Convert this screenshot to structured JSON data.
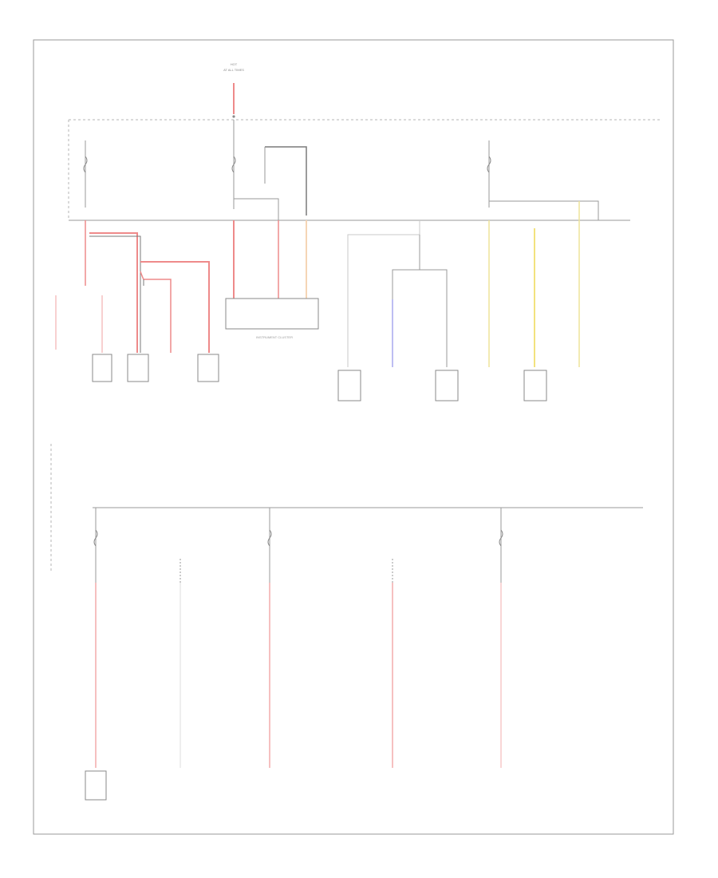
{
  "colors": {
    "red": "#ee8a8a",
    "pink": "#f6c0c0",
    "light_pink": "#f9d6d6",
    "peach": "#f5d5b5",
    "yellow": "#eee39a",
    "bright_yellow": "#f2e27e",
    "blue": "#a8a8ee",
    "gray": "#c9c9c9",
    "line": "#9a9a9a"
  },
  "icons": [
    "fuse-icon",
    "splice-icon",
    "ground-icon",
    "connector-icon"
  ],
  "labels": {
    "top_source": [
      "HOT",
      "AT ALL TIMES",
      ""
    ],
    "top_right": [
      "",
      ""
    ],
    "bottom_source": [
      "",
      "",
      "",
      "",
      ""
    ],
    "bottom_left_tag": "",
    "top_consumers": [
      "",
      "",
      "",
      "",
      "",
      "",
      "",
      "",
      "",
      "",
      "",
      "",
      ""
    ],
    "bottom_consumers": [
      "",
      "",
      "",
      "",
      ""
    ],
    "cluster": "INSTRUMENT CLUSTER"
  }
}
